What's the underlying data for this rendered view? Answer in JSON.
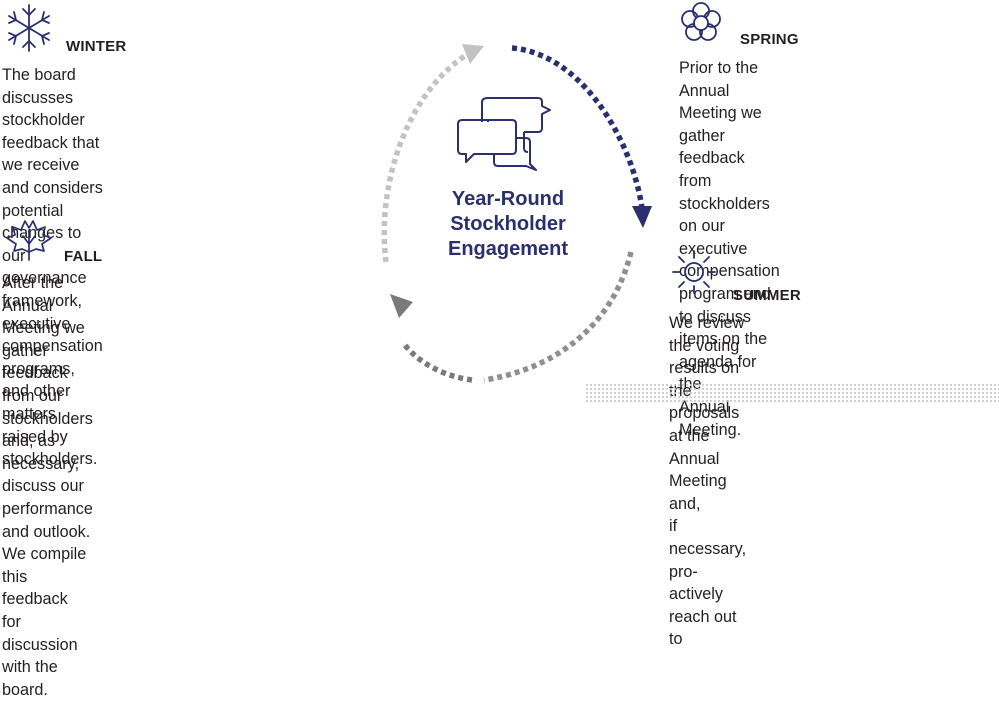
{
  "center": {
    "title_line1": "Year-Round",
    "title_line2": "Stockholder",
    "title_line3": "Engagement",
    "icon": "speech-bubbles-icon"
  },
  "seasons": {
    "winter": {
      "title": "WINTER",
      "icon": "snowflake-icon",
      "lines": [
        "The board discusses stockholder",
        "feedback that we receive and considers",
        "potential changes to our governance",
        "framework, executive compensation",
        "programs, and other matters raised by",
        "stockholders."
      ]
    },
    "fall": {
      "title": "FALL",
      "icon": "leaf-icon",
      "lines": [
        "After the Annual Meeting we gather",
        "feedback from our stockholders and, as",
        "necessary, discuss our performance",
        "and outlook. We compile this feedback",
        "for discussion with the board."
      ]
    },
    "spring": {
      "title": "SPRING",
      "icon": "flower-icon",
      "lines": [
        "Prior to the Annual Meeting we gather",
        "feedback from stockholders on our",
        "executive compensation program and",
        "to discuss items on the agenda for the",
        "Annual Meeting."
      ]
    },
    "summer": {
      "title": "SUMMER",
      "icon": "sun-icon",
      "lines": [
        "We review the voting results on the",
        "proposals at the Annual Meeting and,",
        "if necessary, pro-actively reach out to"
      ]
    }
  },
  "colors": {
    "navy": "#2b2f6e",
    "gray_dark": "#7a7a7a",
    "gray_mid": "#9c9c9c",
    "gray_light": "#c2c2c2",
    "text": "#231f20"
  }
}
